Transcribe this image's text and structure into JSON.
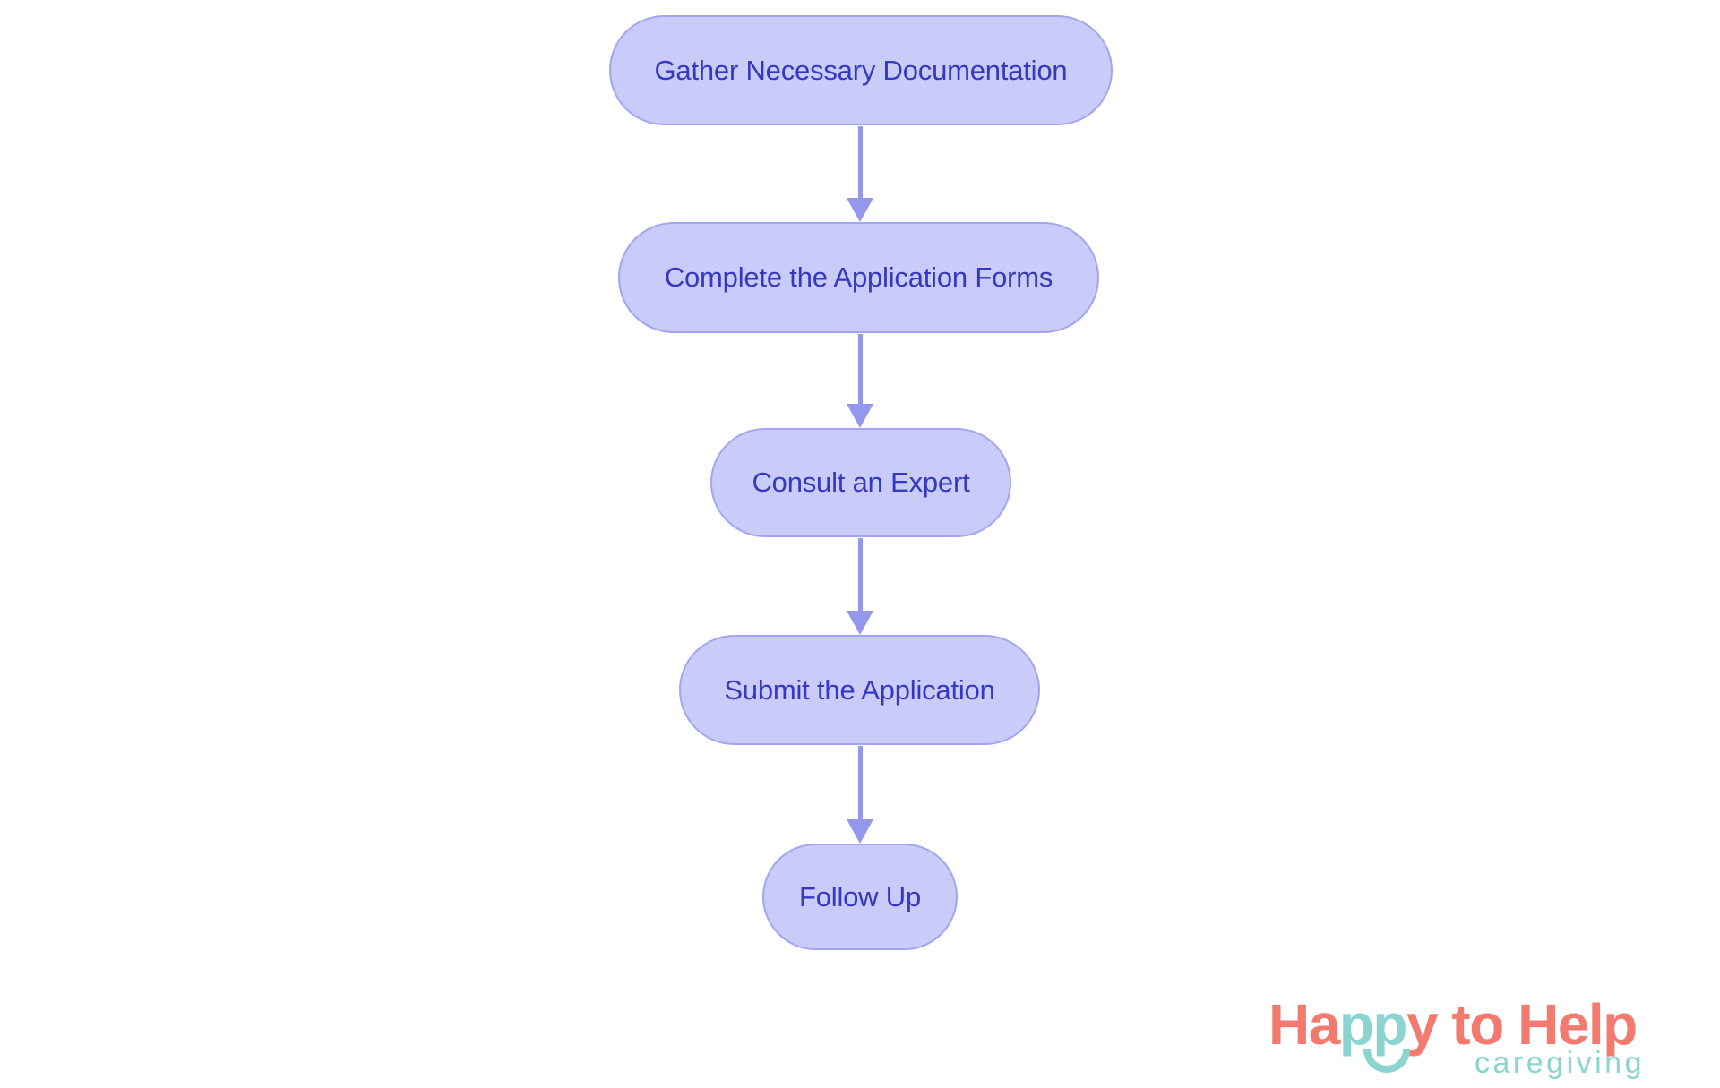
{
  "background": "#ffffff",
  "flowchart": {
    "type": "vertical-process-flow",
    "nodes": [
      {
        "id": "gather",
        "label": "Gather Necessary Documentation"
      },
      {
        "id": "complete",
        "label": "Complete the Application Forms"
      },
      {
        "id": "consult",
        "label": "Consult an Expert"
      },
      {
        "id": "submit",
        "label": "Submit the Application"
      },
      {
        "id": "followup",
        "label": "Follow Up"
      }
    ],
    "connections": [
      {
        "from": "gather",
        "to": "complete"
      },
      {
        "from": "complete",
        "to": "consult"
      },
      {
        "from": "consult",
        "to": "submit"
      },
      {
        "from": "submit",
        "to": "followup"
      }
    ],
    "colors": {
      "node_fill": "#c9cbf8",
      "node_border": "#a1a5f2",
      "node_text": "#3438c2",
      "arrow": "#9398ec"
    }
  },
  "logo": {
    "brand_ha": "Ha",
    "brand_pp": "pp",
    "brand_y": "y",
    "brand_rest": " to Help",
    "subtitle": "caregiving",
    "smile_icon": "smile-arc",
    "colors": {
      "coral": "#f37a6e",
      "teal": "#8cd4d0"
    }
  }
}
